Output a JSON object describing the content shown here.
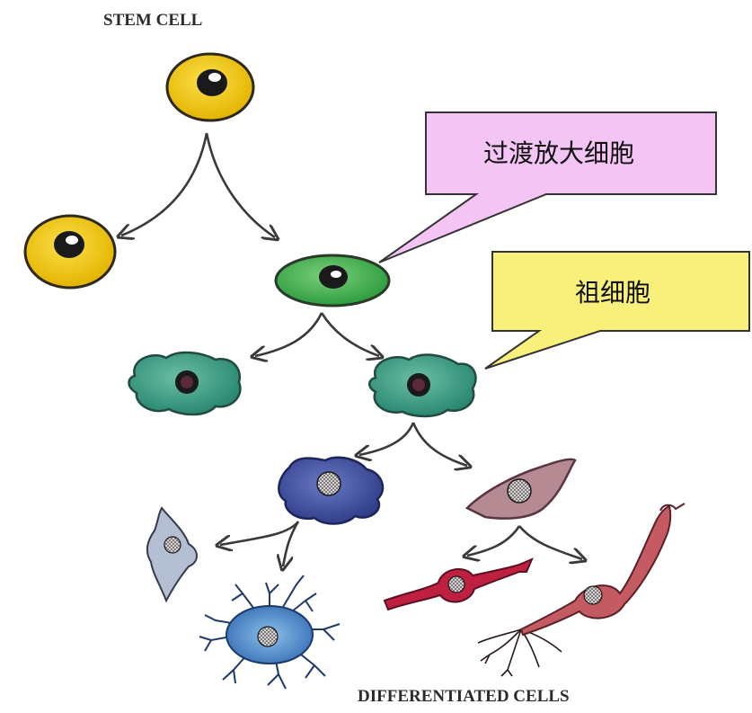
{
  "diagram": {
    "top_label": "STEM CELL",
    "bottom_label": "DIFFERENTIATED CELLS",
    "callouts": [
      {
        "id": "transit-amplifying",
        "text": "过渡放大细胞",
        "fill": "#f4c4f4",
        "stroke": "#333333"
      },
      {
        "id": "progenitor",
        "text": "祖细胞",
        "fill": "#f8f07a",
        "stroke": "#333333"
      }
    ],
    "colors": {
      "stem_cell": "#f2cd1c",
      "stem_cell_outline": "#2d2a1a",
      "transit_cell": "#3fb84a",
      "progenitor_cell": "#2e9a80",
      "blue_cell": "#3a4a9c",
      "pink_cell": "#b07d86",
      "red_cell": "#b81c3a",
      "pale_cell": "#aab6cc",
      "glial_cell": "#4a88c8",
      "neuron_cell": "#c4505a",
      "arrow": "#3a3a3a",
      "nucleus": "#1a1a1a"
    }
  }
}
